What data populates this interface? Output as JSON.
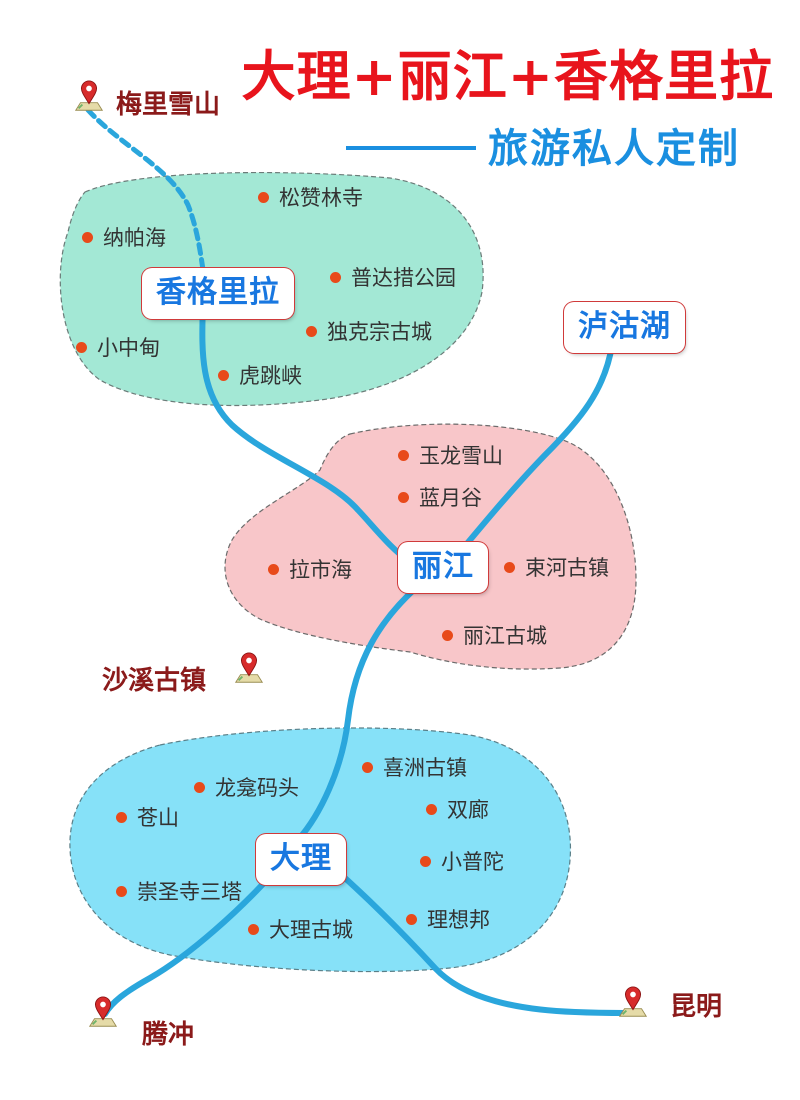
{
  "title": "大理+丽江+香格里拉",
  "subtitle": "旅游私人定制",
  "colors": {
    "title": "#e8141c",
    "subtitle": "#1a8fe0",
    "shangrila_region": "#a3e8d5",
    "lijiang_region": "#f8c6c9",
    "dali_region": "#86e1f8",
    "route": "#2aa6dc",
    "spot_dot": "#e84a1a",
    "hub_text": "#1877e0",
    "city_text": "#8b1a1a"
  },
  "hubs": {
    "shangrila": "香格里拉",
    "lugu": "泸沽湖",
    "lijiang": "丽江",
    "dali": "大理"
  },
  "cities": {
    "meili": "梅里雪山",
    "shaxi": "沙溪古镇",
    "tengchong": "腾冲",
    "kunming": "昆明"
  },
  "spots": {
    "songzanlin": "松赞林寺",
    "napahai": "纳帕海",
    "pudacuo": "普达措公园",
    "dukezong": "独克宗古城",
    "xiaozhongdian": "小中甸",
    "hutiaoxia": "虎跳峡",
    "yulong": "玉龙雪山",
    "lanyuegu": "蓝月谷",
    "lashihai": "拉市海",
    "shuhe": "束河古镇",
    "lijiang_old": "丽江古城",
    "xizhou": "喜洲古镇",
    "longkan": "龙龛码头",
    "cangshan": "苍山",
    "shuanglang": "双廊",
    "xiaoputuo": "小普陀",
    "chongsheng": "崇圣寺三塔",
    "lixiangbang": "理想邦",
    "dali_old": "大理古城"
  }
}
